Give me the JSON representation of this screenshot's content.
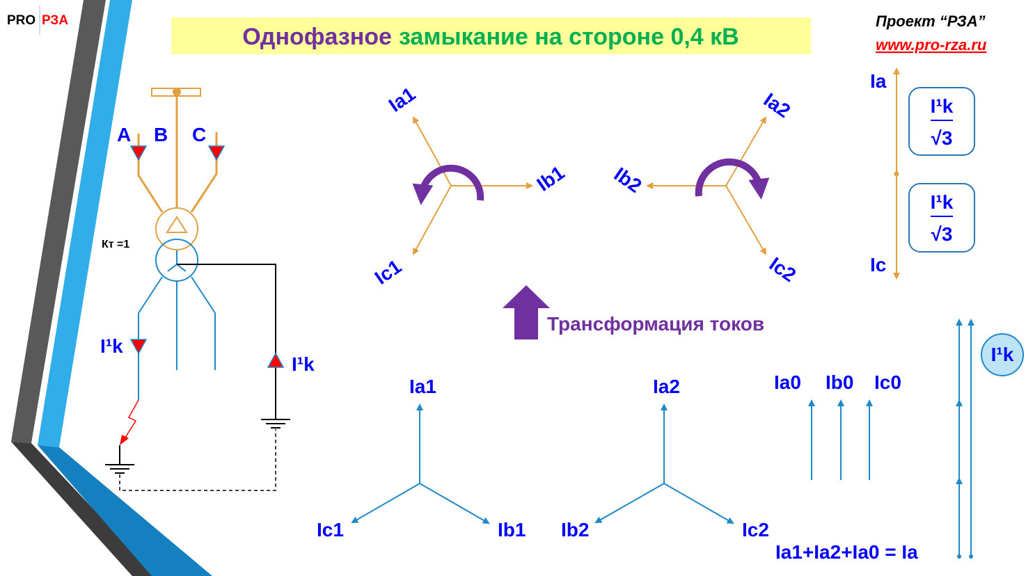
{
  "logo": {
    "pro": "PRO",
    "rza": "РЗА"
  },
  "title": {
    "part1": "Однофазное",
    "part2": "замыкание на стороне 0,4 кВ"
  },
  "project": {
    "name": "Проект “РЗА”",
    "url": "www.pro-rza.ru"
  },
  "circuit": {
    "phase_a": "A",
    "phase_b": "B",
    "phase_c": "C",
    "ratio": "Кт =1",
    "fault_current_left": "I¹k",
    "fault_current_right": "I¹k"
  },
  "upper_vectors": {
    "ia1": "Ia1",
    "ib1": "Ib1",
    "ic1": "Ic1",
    "ia2": "Ia2",
    "ib2": "Ib2",
    "ic2": "Ic2"
  },
  "transformation_label": "Трансформация токов",
  "hv_side": {
    "ia": "Ia",
    "ic": "Ic",
    "box_numerator": "I¹k",
    "box_denominator": "√3"
  },
  "lower_vectors": {
    "ia1": "Ia1",
    "ib1": "Ib1",
    "ic1": "Ic1",
    "ia2": "Ia2",
    "ib2": "Ib2",
    "ic2": "Ic2",
    "ia0": "Ia0",
    "ib0": "Ib0",
    "ic0": "Ic0"
  },
  "sum": {
    "equation": "Ia1+Ia2+Ia0 = Ia",
    "result": "I¹k"
  },
  "colors": {
    "orange": "#e3a040",
    "blue": "#1e88c8",
    "label_blue": "#0000ff",
    "purple": "#7030a0",
    "green": "#00b050",
    "red": "#ff0000"
  }
}
